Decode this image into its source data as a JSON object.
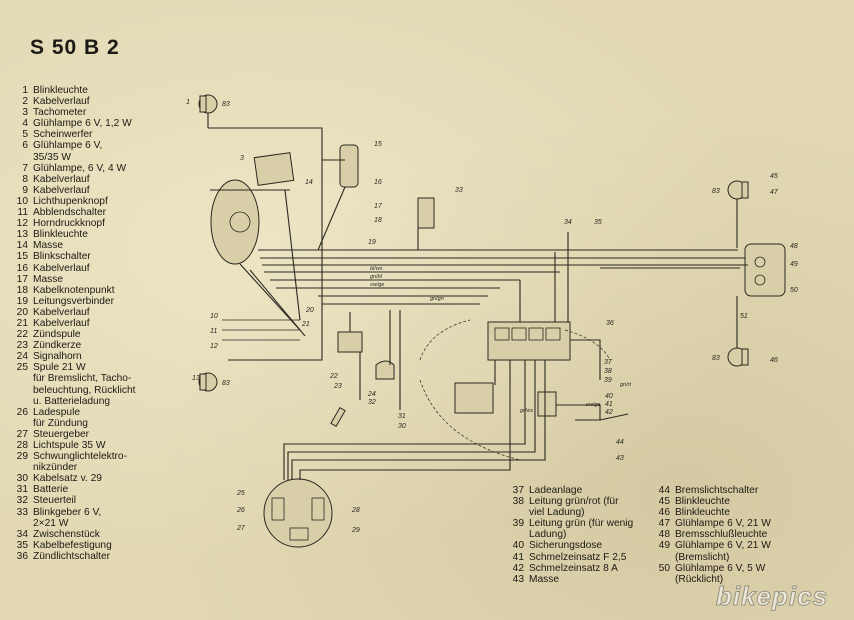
{
  "title": "S 50 B 2",
  "legend_left": [
    {
      "n": "1",
      "t": "Blinkleuchte"
    },
    {
      "n": "2",
      "t": "Kabelverlauf"
    },
    {
      "n": "3",
      "t": "Tachometer"
    },
    {
      "n": "4",
      "t": "Glühlampe 6 V, 1,2 W"
    },
    {
      "n": "5",
      "t": "Scheinwerfer"
    },
    {
      "n": "6",
      "t": "Glühlampe 6 V,"
    },
    {
      "n": "",
      "t": "35/35 W"
    },
    {
      "n": "7",
      "t": "Glühlampe, 6 V, 4 W"
    },
    {
      "n": "8",
      "t": "Kabelverlauf"
    },
    {
      "n": "9",
      "t": "Kabelverlauf"
    },
    {
      "n": "10",
      "t": "Lichthupenknopf"
    },
    {
      "n": "11",
      "t": "Abblendschalter"
    },
    {
      "n": "12",
      "t": "Horndruckknopf"
    },
    {
      "n": "13",
      "t": "Blinkleuchte"
    },
    {
      "n": "14",
      "t": "Masse"
    },
    {
      "n": "15",
      "t": "Blinkschalter"
    },
    {
      "n": "16",
      "t": "Kabelverlauf"
    },
    {
      "n": "17",
      "t": "Masse"
    },
    {
      "n": "18",
      "t": "Kabelknotenpunkt"
    },
    {
      "n": "19",
      "t": "Leitungsverbinder"
    },
    {
      "n": "20",
      "t": "Kabelverlauf"
    },
    {
      "n": "21",
      "t": "Kabelverlauf"
    },
    {
      "n": "22",
      "t": "Zündspule"
    },
    {
      "n": "23",
      "t": "Zündkerze"
    },
    {
      "n": "24",
      "t": "Signalhorn"
    },
    {
      "n": "25",
      "t": "Spule 21 W"
    },
    {
      "n": "",
      "t": "für Bremslicht, Tacho-"
    },
    {
      "n": "",
      "t": "beleuchtung, Rücklicht"
    },
    {
      "n": "",
      "t": "u. Batterieladung"
    },
    {
      "n": "26",
      "t": "Ladespule"
    },
    {
      "n": "",
      "t": "für Zündung"
    },
    {
      "n": "27",
      "t": "Steuergeber"
    },
    {
      "n": "28",
      "t": "Lichtspule 35 W"
    },
    {
      "n": "29",
      "t": "Schwunglichtelektro-"
    },
    {
      "n": "",
      "t": "nikzünder"
    },
    {
      "n": "30",
      "t": "Kabelsatz v. 29"
    },
    {
      "n": "31",
      "t": "Batterie"
    },
    {
      "n": "32",
      "t": "Steuerteil"
    },
    {
      "n": "33",
      "t": "Blinkgeber 6 V,"
    },
    {
      "n": "",
      "t": "2×21 W"
    },
    {
      "n": "34",
      "t": "Zwischenstück"
    },
    {
      "n": "35",
      "t": "Kabelbefestigung"
    },
    {
      "n": "36",
      "t": "Zündlichtschalter"
    }
  ],
  "legend_mid": [
    {
      "n": "37",
      "t": "Ladeanlage"
    },
    {
      "n": "38",
      "t": "Leitung grün/rot (für"
    },
    {
      "n": "",
      "t": "viel Ladung)"
    },
    {
      "n": "39",
      "t": "Leitung grün (für wenig"
    },
    {
      "n": "",
      "t": "Ladung)"
    },
    {
      "n": "40",
      "t": "Sicherungsdose"
    },
    {
      "n": "41",
      "t": "Schmelzeinsatz F 2,5"
    },
    {
      "n": "42",
      "t": "Schmelzeinsatz 8 A"
    },
    {
      "n": "43",
      "t": "Masse"
    }
  ],
  "legend_right": [
    {
      "n": "44",
      "t": "Bremslichtschalter"
    },
    {
      "n": "45",
      "t": "Blinkleuchte"
    },
    {
      "n": "46",
      "t": "Blinkleuchte"
    },
    {
      "n": "47",
      "t": "Glühlampe 6 V, 21 W"
    },
    {
      "n": "48",
      "t": "Bremsschlußleuchte"
    },
    {
      "n": "49",
      "t": "Glühlampe 6 V, 21 W"
    },
    {
      "n": "",
      "t": "(Bremslicht)"
    },
    {
      "n": "50",
      "t": "Glühlampe 6 V, 5 W"
    },
    {
      "n": "",
      "t": "(Rücklicht)"
    }
  ],
  "watermark": "bikepics"
}
